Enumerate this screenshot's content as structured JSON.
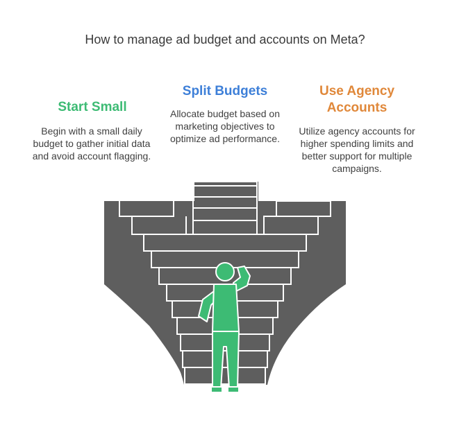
{
  "title": "How to manage ad budget and accounts on Meta?",
  "sections": [
    {
      "heading": "Start Small",
      "description": "Begin with a small daily budget to gather initial data and avoid account flagging.",
      "color": "#3dbb74"
    },
    {
      "heading": "Split Budgets",
      "description": "Allocate budget based on marketing objectives to optimize ad performance.",
      "color": "#3d7fd8"
    },
    {
      "heading": "Use Agency Accounts",
      "description": "Utilize agency accounts for higher spending limits and better support for multiple campaigns.",
      "color": "#e0883a"
    }
  ],
  "colors": {
    "stairs": "#5e5e5e",
    "stair_lines": "#ffffff",
    "person": "#3dbb74",
    "outline": "#ffffff"
  },
  "icons": {
    "person": "person-thinking-icon",
    "stairs": "converging-stairs-icon"
  }
}
